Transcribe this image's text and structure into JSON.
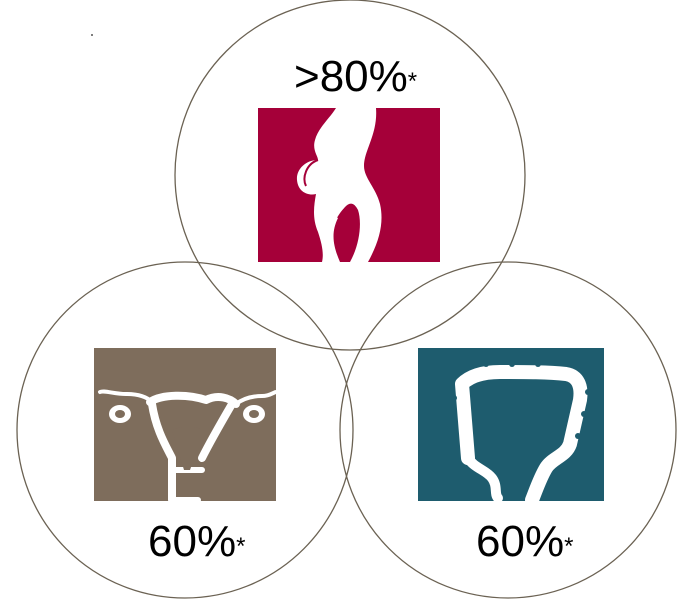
{
  "diagram": {
    "top": {
      "value": ">80%",
      "mark": "*",
      "icon": "breast-body-silhouette-icon",
      "color": "#A50039"
    },
    "left": {
      "value": "60%",
      "mark": "*",
      "icon": "uterus-icon",
      "color": "#7E6D5C"
    },
    "right": {
      "value": "60%",
      "mark": "*",
      "icon": "colon-icon",
      "color": "#1E5C6E"
    }
  }
}
